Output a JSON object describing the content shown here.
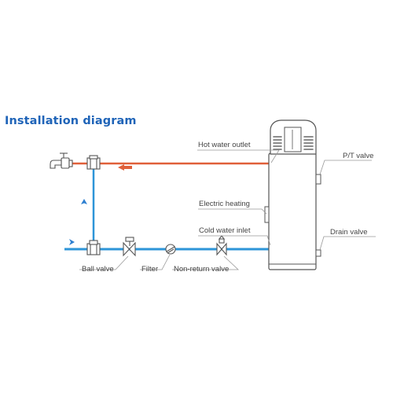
{
  "title": "Installation diagram",
  "labels": {
    "hot_water_outlet": "Hot water outlet",
    "pt_valve": "P/T valve",
    "electric_heating": "Electric heating",
    "cold_water_inlet": "Cold water inlet",
    "drain_valve": "Drain valve",
    "ball_valve": "Ball valve",
    "filter": "Filter",
    "non_return_valve": "Non-return valve"
  },
  "colors": {
    "title": "#1f64b8",
    "hot_pipe": "#e0603a",
    "cold_pipe": "#2d95d8",
    "flow_arrow": "#2d7fd0",
    "outline": "#555555"
  }
}
